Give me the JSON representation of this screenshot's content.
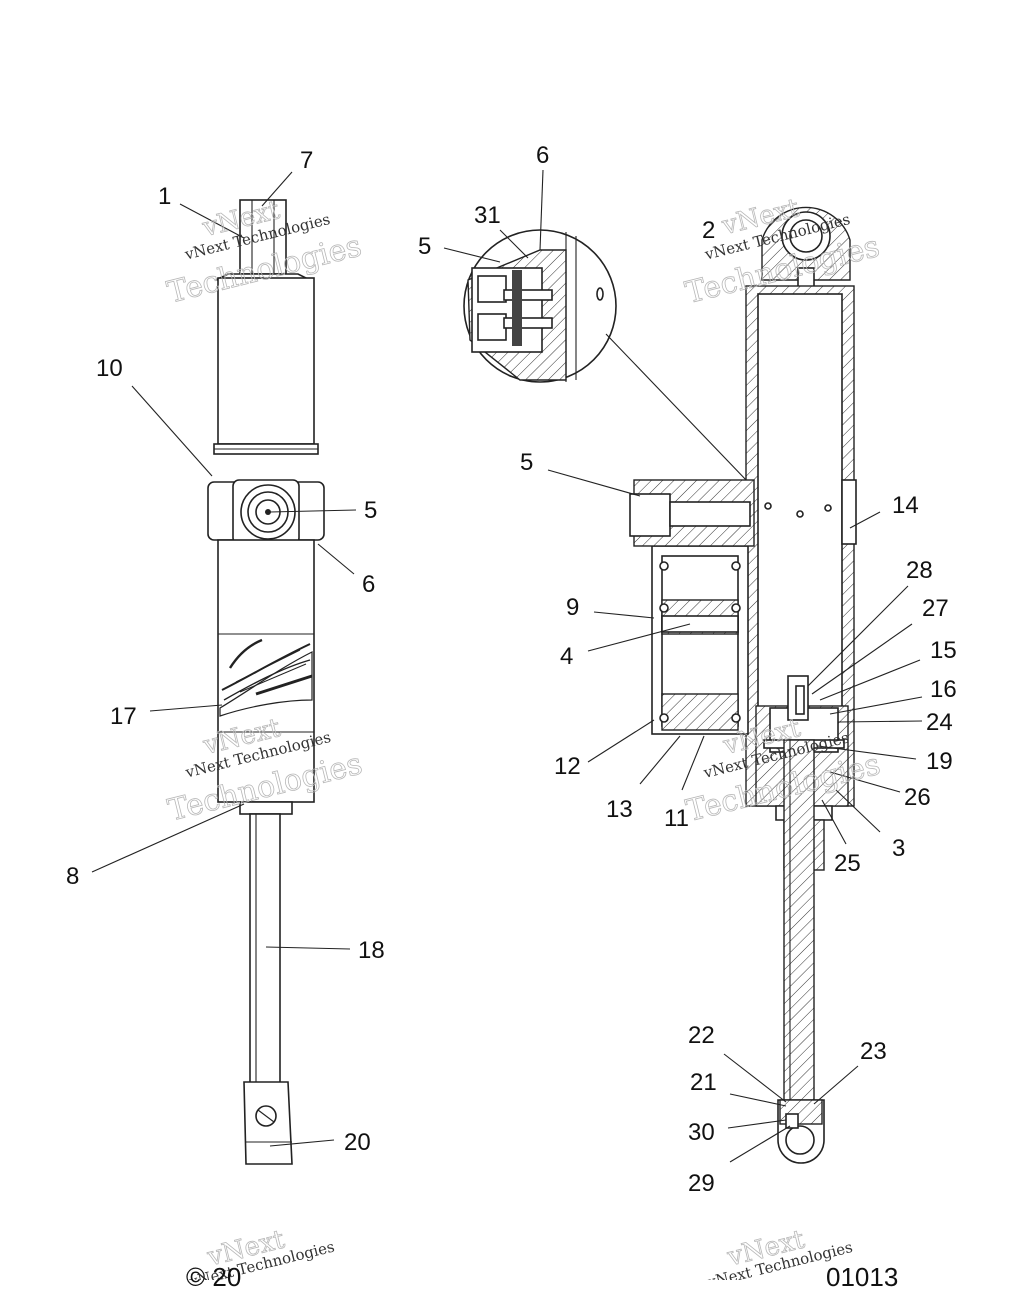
{
  "diagram": {
    "watermark": {
      "brand": "vNext",
      "name": "Technologies",
      "full": "vNext Technologies"
    },
    "callouts": [
      {
        "id": "c1",
        "label": "1"
      },
      {
        "id": "c7",
        "label": "7"
      },
      {
        "id": "c10",
        "label": "10"
      },
      {
        "id": "c5a",
        "label": "5"
      },
      {
        "id": "c6a",
        "label": "6"
      },
      {
        "id": "c17",
        "label": "17"
      },
      {
        "id": "c8",
        "label": "8"
      },
      {
        "id": "c18",
        "label": "18"
      },
      {
        "id": "c20",
        "label": "20"
      },
      {
        "id": "c6b",
        "label": "6"
      },
      {
        "id": "c31",
        "label": "31"
      },
      {
        "id": "c5b",
        "label": "5"
      },
      {
        "id": "c2",
        "label": "2"
      },
      {
        "id": "c5c",
        "label": "5"
      },
      {
        "id": "c14",
        "label": "14"
      },
      {
        "id": "c28",
        "label": "28"
      },
      {
        "id": "c27",
        "label": "27"
      },
      {
        "id": "c9",
        "label": "9"
      },
      {
        "id": "c15",
        "label": "15"
      },
      {
        "id": "c4",
        "label": "4"
      },
      {
        "id": "c16",
        "label": "16"
      },
      {
        "id": "c24",
        "label": "24"
      },
      {
        "id": "c12",
        "label": "12"
      },
      {
        "id": "c19",
        "label": "19"
      },
      {
        "id": "c13",
        "label": "13"
      },
      {
        "id": "c11",
        "label": "11"
      },
      {
        "id": "c26",
        "label": "26"
      },
      {
        "id": "c3",
        "label": "3"
      },
      {
        "id": "c25",
        "label": "25"
      },
      {
        "id": "c22",
        "label": "22"
      },
      {
        "id": "c23",
        "label": "23"
      },
      {
        "id": "c21",
        "label": "21"
      },
      {
        "id": "c30",
        "label": "30"
      },
      {
        "id": "c29",
        "label": "29"
      }
    ]
  },
  "footer": {
    "left": "© 20",
    "right": "01013"
  }
}
